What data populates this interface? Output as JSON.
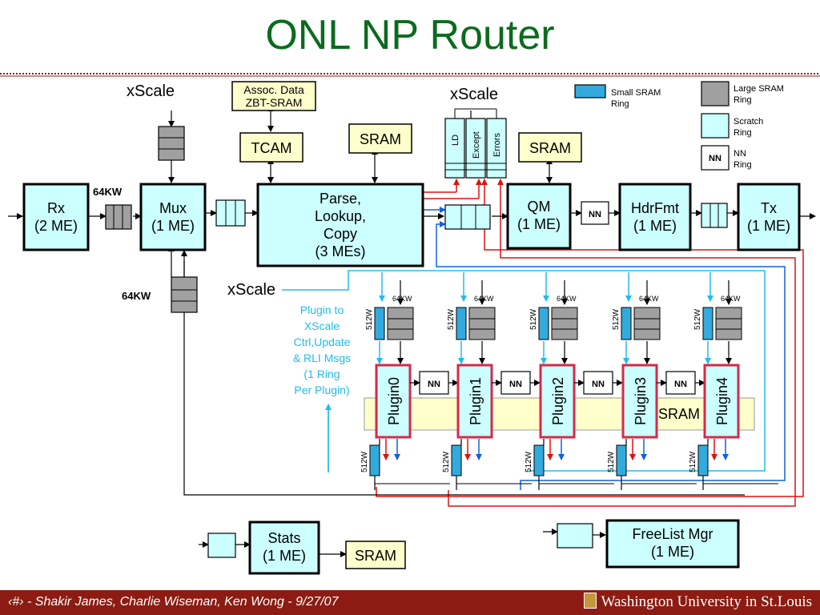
{
  "title": "ONL NP Router",
  "footer": {
    "credit": "‹#› - Shakir James, Charlie Wiseman, Ken Wong - 9/27/07",
    "university": "Washington University in St.Louis"
  },
  "diagram": {
    "xscale_rx": "xScale",
    "assoc_data_1": "Assoc. Data",
    "assoc_data_2": "ZBT-SRAM",
    "tcam": "TCAM",
    "sram_parse": "SRAM",
    "xscale_qm": "xScale",
    "ring_ld": "LD",
    "ring_except": "Except",
    "ring_errors": "Errors",
    "sram_qm": "SRAM",
    "legend_small_1": "Small SRAM",
    "legend_small_2": "Ring",
    "legend_large_1": "Large SRAM",
    "legend_large_2": "Ring",
    "legend_scratch_1": "Scratch",
    "legend_scratch_2": "Ring",
    "legend_nn_1": "NN",
    "legend_nn_2": "Ring",
    "nn": "NN",
    "rx_1": "Rx",
    "rx_2": "(2 ME)",
    "kw64_top": "64KW",
    "mux_1": "Mux",
    "mux_2": "(1 ME)",
    "parse_1": "Parse,",
    "parse_2": "Lookup,",
    "parse_3": "Copy",
    "parse_4": "(3 MEs)",
    "qm_1": "QM",
    "qm_2": "(1 ME)",
    "hdrfmt_1": "HdrFmt",
    "hdrfmt_2": "(1 ME)",
    "tx_1": "Tx",
    "tx_2": "(1 ME)",
    "kw64_bottom": "64KW",
    "xscale_plugin": "xScale",
    "plugin_note": [
      "Plugin to",
      "XScale",
      "Ctrl,Update",
      "& RLI Msgs",
      "(1 Ring",
      "Per Plugin)"
    ],
    "kw512": "512W",
    "kw64_small": "64KW",
    "plugins": [
      "Plugin0",
      "Plugin1",
      "Plugin2",
      "Plugin3",
      "Plugin4"
    ],
    "sram_plugins": "SRAM",
    "stats_1": "Stats",
    "stats_2": "(1 ME)",
    "sram_stats": "SRAM",
    "freelist_1": "FreeList Mgr",
    "freelist_2": "(1 ME)"
  },
  "colors": {
    "title": "#0b6b1e",
    "box_fill": "#ccffff",
    "sram_fill": "#ffffcc",
    "plugin_border": "#d42a4a",
    "small_ring": "#33aadd",
    "large_ring": "#a0a0a0",
    "footer": "#8c1c13",
    "red_line": "#e01010",
    "blue_line": "#1060e0",
    "cyan_line": "#22bbee"
  }
}
